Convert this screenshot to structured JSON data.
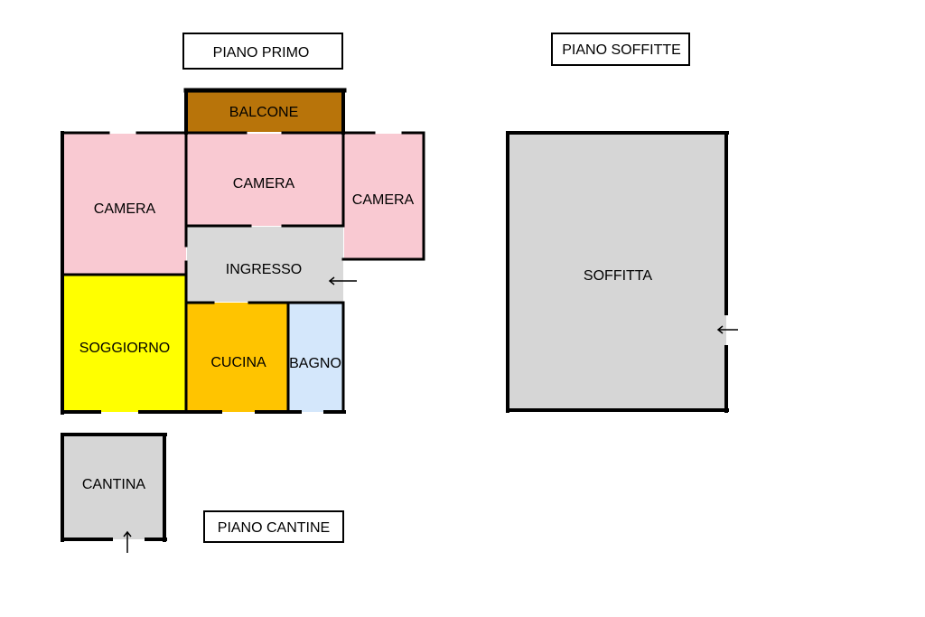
{
  "floors": {
    "primo": "PIANO PRIMO",
    "soffitte": "PIANO SOFFITTE",
    "cantine": "PIANO CANTINE"
  },
  "rooms": {
    "balcone": "BALCONE",
    "camera_left": "CAMERA",
    "camera_center": "CAMERA",
    "camera_right": "CAMERA",
    "ingresso": "INGRESSO",
    "soggiorno": "SOGGIORNO",
    "cucina": "CUCINA",
    "bagno": "BAGNO",
    "soffitta": "SOFFITTA",
    "cantina": "CANTINA"
  },
  "colors": {
    "wall": "#000000",
    "balcone": "#b8740a",
    "camera": "#f9c9d2",
    "ingresso": "#d9d9d9",
    "soggiorno": "#ffff00",
    "cucina": "#ffc400",
    "bagno": "#d4e7fb",
    "soffitta": "#d6d6d6",
    "cantina": "#d6d6d6"
  },
  "icons": {
    "entrance_arrow": "arrow-icon"
  }
}
